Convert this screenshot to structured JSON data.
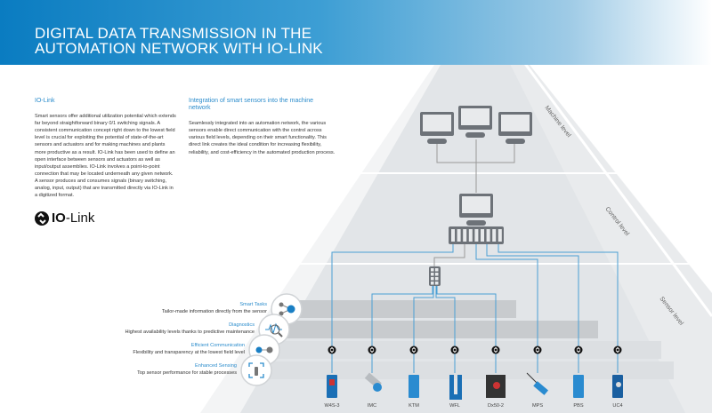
{
  "header": {
    "title_line1": "DIGITAL DATA TRANSMISSION IN THE",
    "title_line2": "AUTOMATION NETWORK WITH IO-LINK"
  },
  "left_column": {
    "heading": "IO-Link",
    "body": "Smart sensors offer additional utilization potential which extends far beyond straightforward binary 0/1 switching signals. A consistent communication concept right down to the lowest field level is crucial for exploiting the potential of state-of-the-art sensors and actuators and for making machines and plants more productive as a result. IO-Link has been used to define an open interface between sensors and actuators as well as input/output assemblies. IO-Link involves a point-to-point connection that may be located underneath any given network. A sensor produces and consumes signals (binary switching, analog, input, output) that are transmitted directly via IO-Link in a digitized format."
  },
  "right_column": {
    "heading": "Integration of smart sensors into the machine network",
    "body": "Seamlessly integrated into an automation network, the various sensors enable direct communication with the control across various field levels, depending on their smart functionality. This direct link creates the ideal condition for increasing flexibility, reliability, and cost-efficiency in the automated production process."
  },
  "logo": {
    "text_bold": "IO",
    "text_rest": "-Link"
  },
  "levels": [
    "Machine level",
    "Control level",
    "Sensor level"
  ],
  "features": [
    {
      "title": "Smart Tasks",
      "desc": "Tailor-made information directly from the sensor",
      "icon": "network-nodes-icon"
    },
    {
      "title": "Diagnostics",
      "desc": "Highest availability levels thanks to predictive maintenance",
      "icon": "diagnostics-magnifier-icon"
    },
    {
      "title": "Efficient Communication",
      "desc": "Flexibility and transparency at the lowest field level",
      "icon": "connection-link-icon"
    },
    {
      "title": "Enhanced Sensing",
      "desc": "Top sensor performance for stable processes",
      "icon": "focus-sensor-icon"
    }
  ],
  "sensors": [
    "W4S-3",
    "IMC",
    "KTM",
    "WFL",
    "Dx50-2",
    "MPS",
    "PBS",
    "UC4"
  ],
  "colors": {
    "accent": "#2b8ccc",
    "header_blue": "#0a7cc1",
    "device_gray": "#6d7278",
    "line_blue": "#4a9fd4"
  }
}
